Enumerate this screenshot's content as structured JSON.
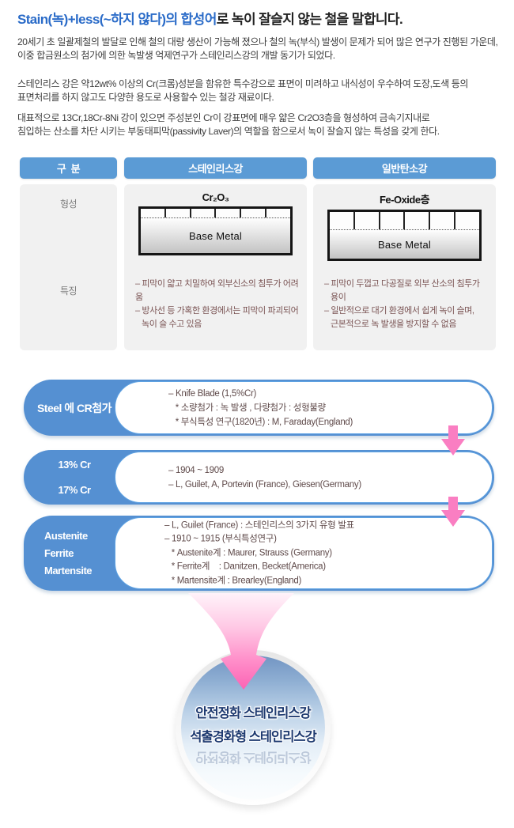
{
  "title": {
    "highlight": "Stain(녹)+less(~하지 않다)의 합성어",
    "rest": "로 녹이 잘슬지 않는 철을 말합니다."
  },
  "intro": {
    "p1": "20세기 초 일괄제철의 발달로 인해 철의 대량 생산이 가능해 졌으나 철의 녹(부식) 발생이 문제가 되어 많은 연구가 진행된 가운데,\n이중 합금원소의 첨가에 의한 녹발생 억제연구가 스테인리스강의 개발 동기가 되었다.",
    "p2": "스테인리스 강은 약12wt% 이상의 Cr(크롬)성분을 함유한 특수강으로 표면이 미려하고 내식성이 우수하여 도장,도색 등의\n표면처리를 하지 않고도 다양한 용도로 사용할수 있는 철강 재료이다.",
    "p3": "대표적으로 13Cr,18Cr-8Ni 강이 있으면 주성분인 Cr이 강표면에 매우 얇은 Cr2O3층을 형성하여 금속기지내로\n침입하는 산소를 차단 시키는 부동태피막(passivity Laver)의 역할을 함으로서 녹이 잘슬지 않는 특성을 갖게 한다."
  },
  "comparison": {
    "headers": [
      "구  분",
      "스테인리스강",
      "일반탄소강"
    ],
    "row_labels": [
      "형성",
      "특징"
    ],
    "stainless": {
      "layer_label": "Cr₂O₃",
      "base_label": "Base Metal",
      "features": "– 피막이 얇고 치밀하여 외부신소의 침투가 어려움\n– 방사선 등 가혹한 환경에서는 피막이 파괴되어\n   녹이 슬 수고 있음"
    },
    "carbon": {
      "layer_label": "Fe-Oxide층",
      "base_label": "Base Metal",
      "features": "– 피막이 두껍고 다공질로 외부 산소의 침투가\n   용이\n– 일반적으로 대기 환경에서 쉽게 녹이 슬며,\n   근본적으로 녹 발생을 방지할 수 없음"
    }
  },
  "timeline": [
    {
      "label": "Steel 에 CR첨가",
      "body": "– Knife Blade (1,5%Cr)\n   * 소량첨가 : 녹 발생 , 다량첨가 : 성형불량\n   * 부식특성 연구(1820년) : M, Faraday(England)"
    },
    {
      "label": "13% Cr\n17% Cr",
      "body": "– 1904 ~ 1909\n– L, Guilet, A, Portevin (France), Giesen(Germany)"
    },
    {
      "label": "Austenite\nFerrite\nMartensite",
      "body": "– L, Guilet (France) : 스테인리스의 3가지 유형 발표\n– 1910 ~ 1915 (부식특성연구)\n   * Austenite계 : Maurer, Strauss (Germany)\n   * Ferrite계    : Danitzen, Becket(America)\n   * Martensite계 : Brearley(England)"
    }
  ],
  "conclusion": {
    "line1": "안전정화 스테인리스강",
    "line2": "석출경화형 스테인리스강"
  },
  "colors": {
    "accent_blue": "#5b9bd5",
    "title_blue": "#2a6bc8",
    "body_text": "#3c3c3c",
    "feature_text": "#7a5353",
    "pink": "#fa7ec2",
    "conclusion_text": "#1e3a70"
  }
}
